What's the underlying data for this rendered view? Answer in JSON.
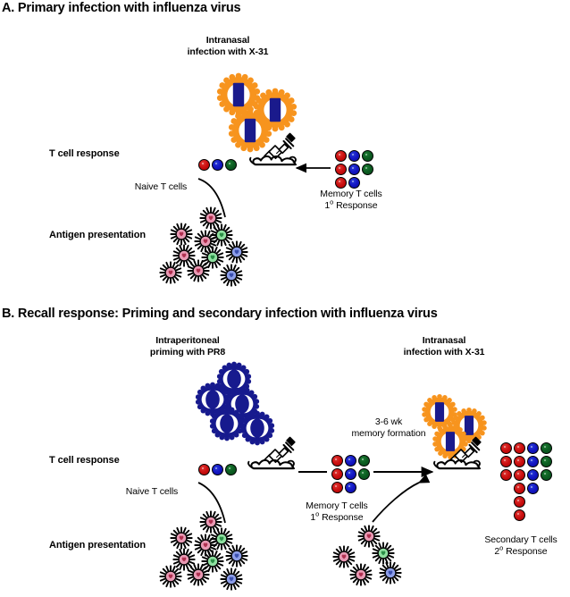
{
  "figure": {
    "kind": "scientific-schematic",
    "background": "#ffffff"
  },
  "colors": {
    "tcell_red": "#cc1111",
    "tcell_blue": "#1417c4",
    "tcell_green": "#0d5d22",
    "virus_x31_envelope": "#f7941e",
    "virus_core": "#1a1a8c",
    "virus_pr8": "#171a8e",
    "dc_pink": "#e89ab4",
    "dc_green": "#8fe0a0",
    "dc_blue": "#8d9ee8",
    "outline": "#000000"
  },
  "panelA": {
    "title": "A. Primary infection with influenza virus",
    "infection_header": "Intranasal\ninfection with X-31",
    "infection_header_line1": "Intranasal",
    "infection_header_line2": "infection with X-31",
    "row_labels": {
      "tcell": "T cell response",
      "antigen": "Antigen presentation"
    },
    "naive_label": "Naive T cells",
    "memory_label_line1": "Memory T cells",
    "memory_label_line2_prefix": "1",
    "memory_label_line2_sup": "o",
    "memory_label_line2_suffix": " Response",
    "naive_tcells": [
      "red",
      "blue",
      "green"
    ],
    "memory_tcells": [
      [
        "red",
        "blue",
        "green"
      ],
      [
        "red",
        "blue",
        "green"
      ],
      [
        "red",
        "blue"
      ]
    ],
    "virus_count": 3,
    "virus_type": "X-31",
    "dendritic_cells": [
      "pink",
      "pink",
      "green",
      "pink",
      "pink",
      "green",
      "blue",
      "pink",
      "pink",
      "blue"
    ]
  },
  "panelB": {
    "title": "B. Recall response: Priming and secondary infection with influenza virus",
    "priming_header_line1": "Intraperitoneal",
    "priming_header_line2": "priming with PR8",
    "infection_header_line1": "Intranasal",
    "infection_header_line2": "infection with X-31",
    "memory_formation_line1": "3-6 wk",
    "memory_formation_line2": "memory formation",
    "row_labels": {
      "tcell": "T cell response",
      "antigen": "Antigen presentation"
    },
    "naive_label": "Naive T cells",
    "memory_label_line1": "Memory T cells",
    "memory_label_line2_prefix": "1",
    "memory_label_line2_sup": "o",
    "memory_label_line2_suffix": " Response",
    "secondary_label_line1": "Secondary T cells",
    "secondary_label_line2_prefix": "2",
    "secondary_label_line2_sup": "o",
    "secondary_label_line2_suffix": " Response",
    "naive_tcells": [
      "red",
      "blue",
      "green"
    ],
    "memory_tcells": [
      [
        "red",
        "blue",
        "green"
      ],
      [
        "red",
        "blue",
        "green"
      ],
      [
        "red",
        "blue"
      ]
    ],
    "secondary_tcells": [
      [
        "red",
        "red",
        "blue",
        "green"
      ],
      [
        "red",
        "red",
        "blue",
        "green"
      ],
      [
        "red",
        "red",
        "blue",
        "green"
      ],
      [
        "red",
        "blue"
      ],
      [
        "red"
      ],
      [
        "red"
      ]
    ],
    "pr8_virus_count": 5,
    "x31_virus_count": 3,
    "dendritic_cells_left": [
      "pink",
      "pink",
      "green",
      "pink",
      "pink",
      "green",
      "blue",
      "pink",
      "pink",
      "blue"
    ],
    "dendritic_cells_right": [
      "pink",
      "pink",
      "green",
      "pink",
      "blue"
    ]
  },
  "icons": {
    "syringe": "syringe-icon",
    "mouse": "mouse-icon",
    "virus_x31": "virus-x31-icon",
    "virus_pr8": "virus-pr8-icon",
    "dendritic_cell": "dendritic-cell-icon",
    "arrow": "arrow-icon"
  }
}
